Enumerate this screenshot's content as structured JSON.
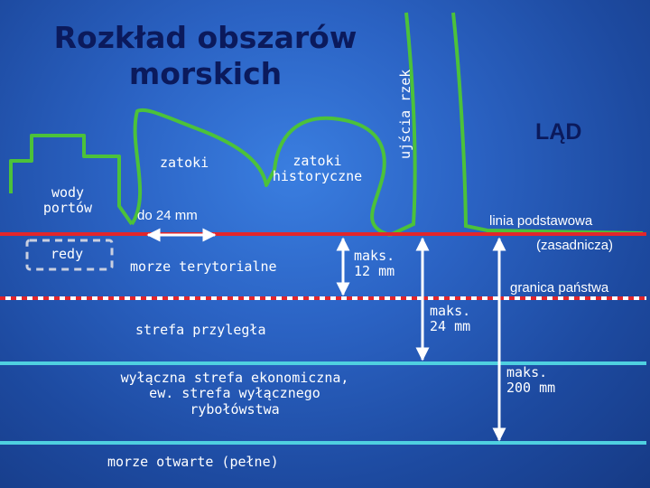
{
  "title_line1": "Rozkład obszarów",
  "title_line2": "morskich",
  "labels": {
    "wody_portow": "wody\nportów",
    "redy": "redy",
    "zatoki": "zatoki",
    "zatoki_historyczne": "zatoki\nhistoryczne",
    "ujscia_rzek": "ujścia rzek",
    "lad": "LĄD",
    "do_24": "do 24 mm",
    "linia_podstawowa": "linia podstawowa",
    "zasadnicza": "(zasadnicza)",
    "morze_terytorialne": "morze terytorialne",
    "maks_12": "maks.\n12 mm",
    "granica_panstwa": "granica państwa",
    "strefa_przylegla": "strefa przyległa",
    "maks_24": "maks.\n24 mm",
    "wse": "wyłączna strefa ekonomiczna,\new. strefa wyłącznego\nrybołówstwa",
    "maks_200": "maks.\n200 mm",
    "morze_otwarte": "morze otwarte (pełne)"
  },
  "colors": {
    "coast_green": "#4cc23a",
    "baseline_red": "#e3262b",
    "border_dash_red": "#e3262b",
    "border_dash_white": "#ffffff",
    "zone_line_cyan": "#4fd0e0",
    "arrow_white": "#ffffff",
    "port_box_outline": "#c9cfe0",
    "title_color": "#0b1a5c"
  }
}
